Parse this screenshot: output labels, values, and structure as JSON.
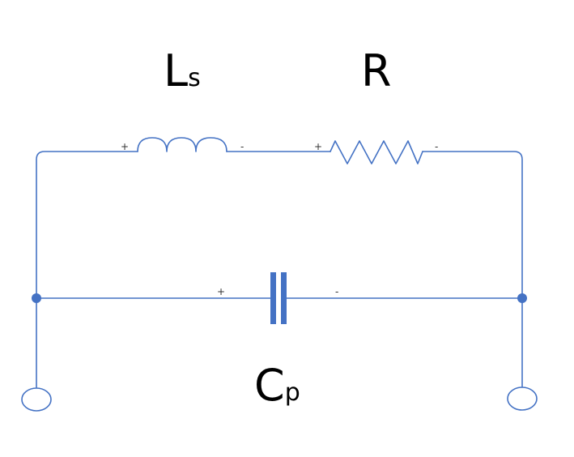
{
  "diagram": {
    "colors": {
      "wire": "#4472c4",
      "text": "#000000",
      "pin_text": "#333333"
    },
    "components": {
      "inductor": {
        "label": {
          "main": "L",
          "sub": "s"
        },
        "plus": "+",
        "minus": "-"
      },
      "resistor": {
        "label": {
          "main": "R"
        },
        "plus": "+",
        "minus": "-"
      },
      "capacitor": {
        "label": {
          "main": "C",
          "sub": "p"
        },
        "plus": "+",
        "minus": "-"
      }
    },
    "terminals": {
      "left": {
        "icon": "terminal-circle-icon"
      },
      "right": {
        "icon": "terminal-circle-icon"
      }
    }
  }
}
